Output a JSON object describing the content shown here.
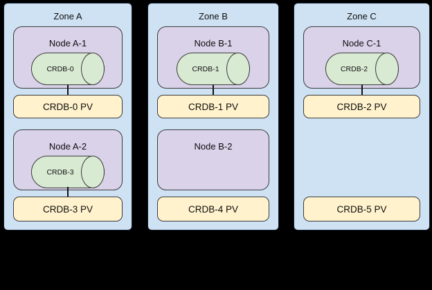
{
  "colors": {
    "background": "#000000",
    "zone_fill": "#cfe2f3",
    "zone_border": "#15202e",
    "node_fill": "#d9d2e9",
    "pod_fill": "#d9ead3",
    "pv_fill": "#fff2cc",
    "stroke": "#3a3a3a",
    "connector": "#111111"
  },
  "zones": [
    {
      "label": "Zone A",
      "node1": {
        "label": "Node A-1",
        "pod": "CRDB-0"
      },
      "pv1": {
        "label": "CRDB-0 PV"
      },
      "node2": {
        "label": "Node A-2",
        "pod": "CRDB-3"
      },
      "pv2": {
        "label": "CRDB-3 PV"
      }
    },
    {
      "label": "Zone B",
      "node1": {
        "label": "Node B-1",
        "pod": "CRDB-1"
      },
      "pv1": {
        "label": "CRDB-1 PV"
      },
      "node2": {
        "label": "Node B-2"
      },
      "pv2": {
        "label": "CRDB-4 PV"
      }
    },
    {
      "label": "Zone C",
      "node1": {
        "label": "Node C-1",
        "pod": "CRDB-2"
      },
      "pv1": {
        "label": "CRDB-2 PV"
      },
      "pv2": {
        "label": "CRDB-5 PV"
      }
    }
  ]
}
